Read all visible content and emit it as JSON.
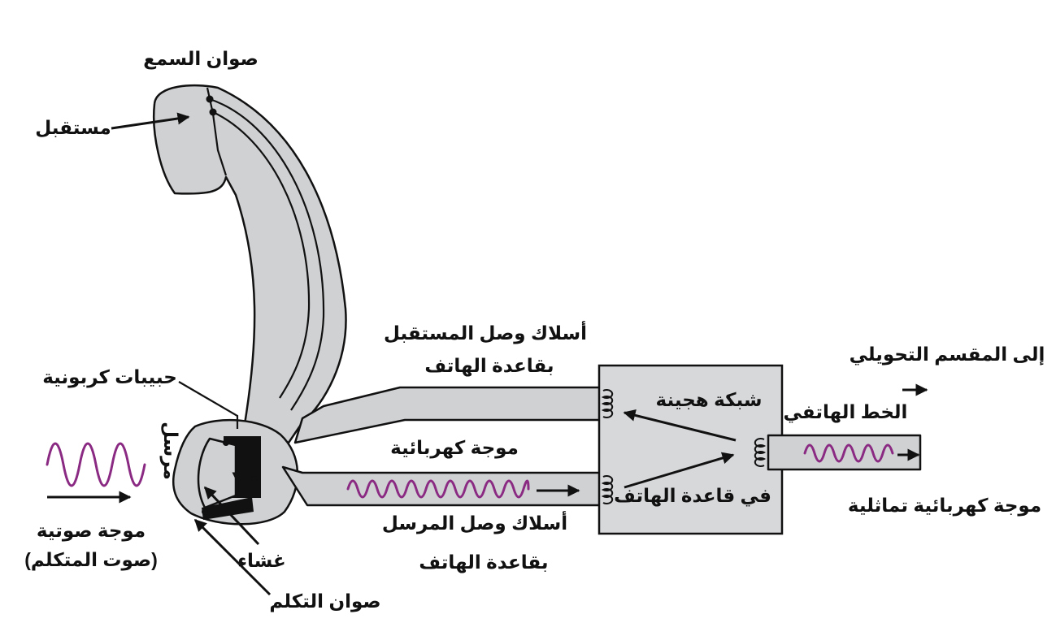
{
  "colors": {
    "wave": "#8a2a82",
    "part_fill": "#cfd1d3",
    "outline": "#111111"
  },
  "labels": {
    "earpiece": "صوان السمع",
    "receiver": "مستقبل",
    "carbon_granules": "حبيبات كربونية",
    "transmitter": "مرسل",
    "sound_wave": "موجة صوتية",
    "speaker_voice": "(صوت المتكلم)",
    "diaphragm": "غشاء",
    "mouthpiece": "صوان التكلم",
    "receiver_wires_line1": "أسلاك وصل المستقبل",
    "receiver_wires_line2": "بقاعدة الهاتف",
    "electric_wave": "موجة كهربائية",
    "transmitter_wires_line1": "أسلاك وصل المرسل",
    "transmitter_wires_line2": "بقاعدة الهاتف",
    "hybrid_network": "شبكة هجينة",
    "in_phone_base": "في قاعدة الهاتف",
    "to_exchange": "إلى المقسم التحويلي",
    "phone_line": "الخط الهاتفي",
    "analog_wave": "موجة كهربائية تماثلية"
  }
}
